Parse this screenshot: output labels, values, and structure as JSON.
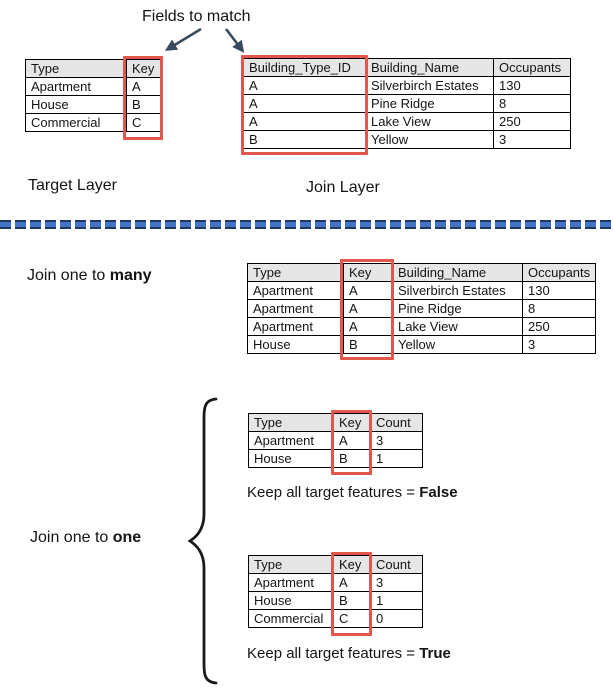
{
  "title": "Fields to match",
  "labels": {
    "target_layer": "Target Layer",
    "join_layer": "Join Layer",
    "join_many": {
      "prefix": "Join one to ",
      "bold": "many"
    },
    "join_one": {
      "prefix": "Join one to ",
      "bold": "one"
    },
    "keep_false": {
      "prefix": "Keep all target features = ",
      "bold": "False"
    },
    "keep_true": {
      "prefix": "Keep all target features = ",
      "bold": "True"
    }
  },
  "colors": {
    "highlight_box": "#E2574C",
    "divider_fill": "#4472C4",
    "divider_edge": "#1F3864",
    "table_header_bg": "#E7E6E6",
    "table_border": "#000000",
    "arrow": "#3A4A5E",
    "brace": "#1A1A1A"
  },
  "tables": {
    "target": {
      "headers": [
        "Type",
        "Key"
      ],
      "rows": [
        [
          "Apartment",
          "A"
        ],
        [
          "House",
          "B"
        ],
        [
          "Commercial",
          "C"
        ]
      ],
      "highlighted_field": "Key"
    },
    "join_layer": {
      "headers": [
        "Building_Type_ID",
        "Building_Name",
        "Occupants"
      ],
      "rows": [
        [
          "A",
          "Silverbirch Estates",
          "130"
        ],
        [
          "A",
          "Pine Ridge",
          "8"
        ],
        [
          "A",
          "Lake View",
          "250"
        ],
        [
          "B",
          "Yellow",
          "3"
        ]
      ],
      "highlighted_field": "Building_Type_ID"
    },
    "one_to_many": {
      "headers": [
        "Type",
        "Key",
        "Building_Name",
        "Occupants"
      ],
      "rows": [
        [
          "Apartment",
          "A",
          "Silverbirch Estates",
          "130"
        ],
        [
          "Apartment",
          "A",
          "Pine Ridge",
          "8"
        ],
        [
          "Apartment",
          "A",
          "Lake View",
          "250"
        ],
        [
          "House",
          "B",
          "Yellow",
          "3"
        ]
      ],
      "highlighted_field": "Key"
    },
    "one_to_one_false": {
      "headers": [
        "Type",
        "Key",
        "Count"
      ],
      "rows": [
        [
          "Apartment",
          "A",
          "3"
        ],
        [
          "House",
          "B",
          "1"
        ]
      ],
      "highlighted_field": "Key"
    },
    "one_to_one_true": {
      "headers": [
        "Type",
        "Key",
        "Count"
      ],
      "rows": [
        [
          "Apartment",
          "A",
          "3"
        ],
        [
          "House",
          "B",
          "1"
        ],
        [
          "Commercial",
          "C",
          "0"
        ]
      ],
      "highlighted_field": "Key"
    }
  }
}
